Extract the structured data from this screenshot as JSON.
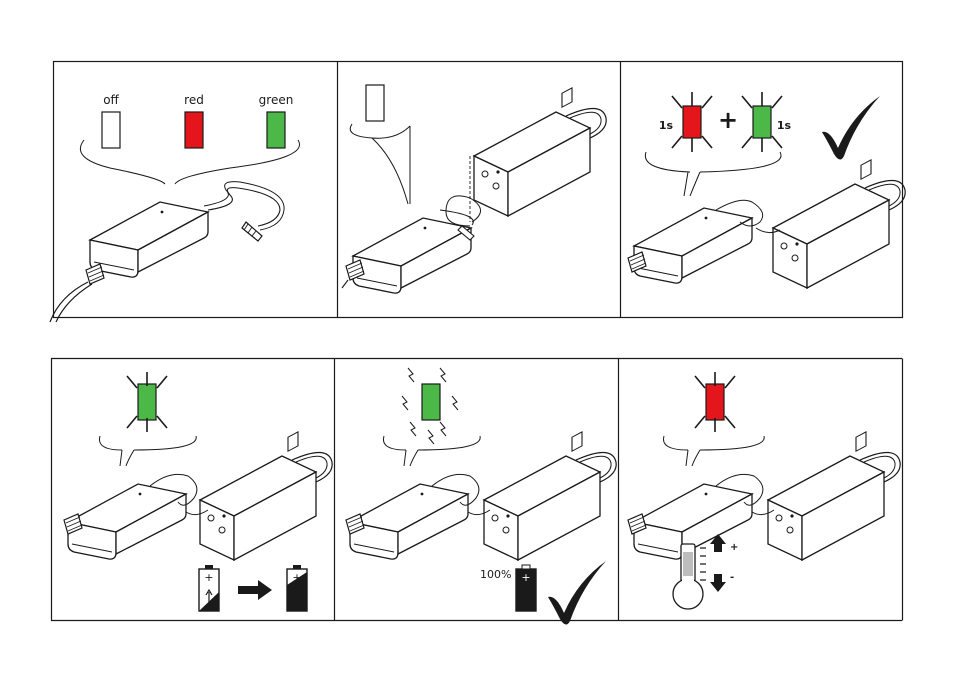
{
  "colors": {
    "line": "#1a1a1a",
    "red": "#e4161b",
    "green": "#4cb848",
    "off": "#ffffff",
    "fill_dark": "#1a1a1a",
    "thermo_gray": "#bdbdbd"
  },
  "panel1": {
    "labels": {
      "off": "off",
      "red": "red",
      "green": "green"
    }
  },
  "panel3": {
    "red_duration": "1s",
    "green_duration": "1s",
    "plus": "+",
    "icon": "checkmark-icon"
  },
  "panel4": {
    "icon_from": "battery-empty-icon",
    "icon_to": "battery-charging-icon"
  },
  "panel5": {
    "battery_level": "100%",
    "icon": "checkmark-icon"
  },
  "panel6": {
    "temp_up": "+",
    "temp_down": "-",
    "icon": "thermometer-icon"
  }
}
